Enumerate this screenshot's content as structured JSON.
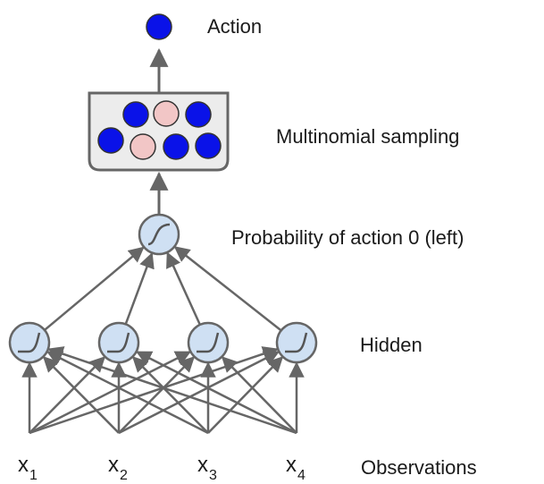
{
  "labels": {
    "action": "Action",
    "sampling": "Multinomial sampling",
    "probability": "Probability of action 0 (left)",
    "hidden": "Hidden",
    "observations": "Observations"
  },
  "inputs": [
    {
      "base": "x",
      "sub": "1"
    },
    {
      "base": "x",
      "sub": "2"
    },
    {
      "base": "x",
      "sub": "3"
    },
    {
      "base": "x",
      "sub": "4"
    }
  ],
  "colors": {
    "line": "#666666",
    "node_fill": "#cfe0f3",
    "node_stroke": "#666666",
    "blue_ball": "#0a12e8",
    "pink_ball": "#f2c6c6",
    "bowl_fill": "#ececec"
  },
  "sampling_balls": [
    "blue",
    "pink",
    "blue",
    "blue",
    "pink",
    "blue",
    "blue"
  ],
  "output_ball": "blue",
  "icons": {
    "neuron": "sigmoid-curve-icon"
  }
}
